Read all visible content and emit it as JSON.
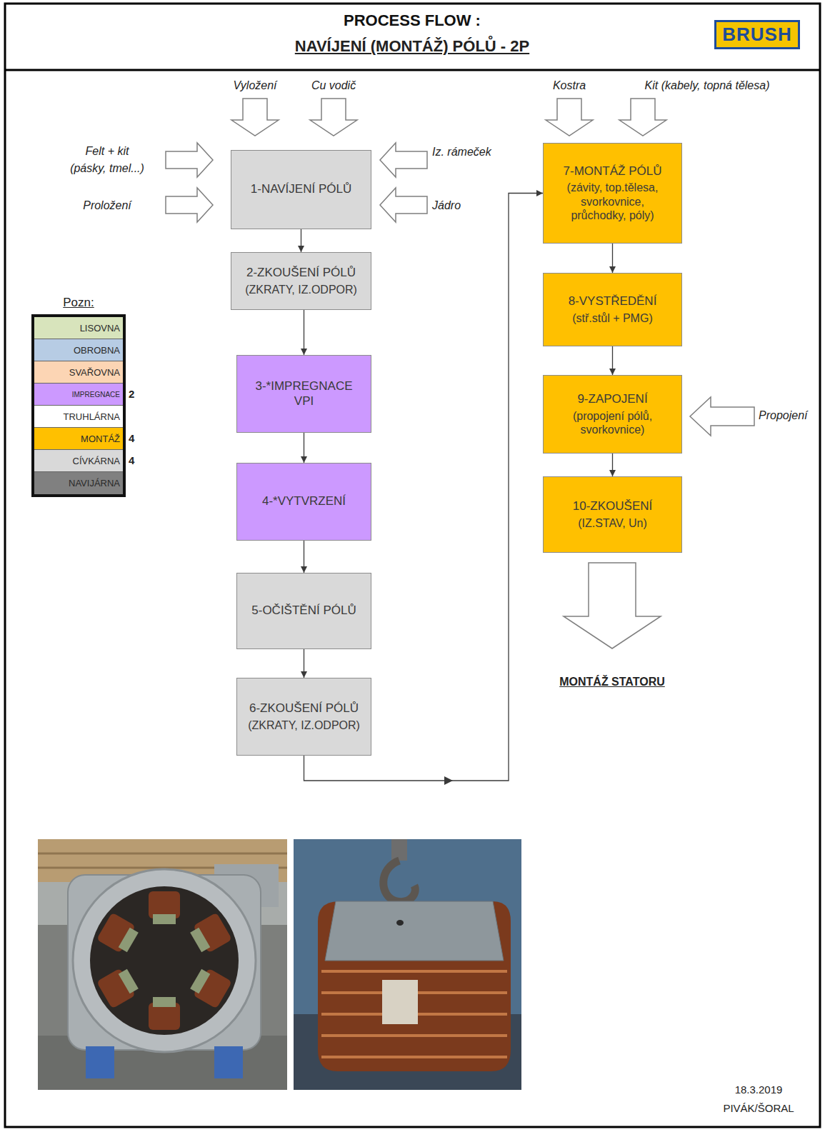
{
  "diagram": {
    "title": "PROCESS FLOW :",
    "nodes": [
      {
        "text": [
          "1-NAVÍJENÍ PÓLŮ"
        ]
      },
      {
        "text": [
          "2-ZKOUŠENÍ PÓLŮ",
          "(ZKRATY, IZ.ODPOR)"
        ]
      },
      {
        "text": [
          "3-*IMPREGNACE VPI"
        ]
      },
      {
        "text": [
          "4-*VYTVRZENÍ"
        ]
      },
      {
        "text": [
          "5-OČIŠTĚNÍ PÓLŮ"
        ]
      },
      {
        "text": [
          "6-ZKOUŠENÍ PÓLŮ",
          "(ZKRATY, IZ.ODPOR)"
        ]
      },
      {
        "text": [
          "7-MONTÁŽ PÓLŮ",
          "(závity, top.tělesa, svorkovnice, průchodky, póly)"
        ]
      },
      {
        "text": [
          "8-VYSTŘEDĚNÍ",
          "(stř.stůl + PMG)"
        ]
      },
      {
        "text": [
          "9-ZAPOJENÍ",
          "(propojení pólů, svorkovnice)"
        ]
      },
      {
        "text": [
          "10-ZKOUŠENÍ",
          "(IZ.STAV, Un)"
        ]
      }
    ],
    "edges": [
      {
        "from": 0,
        "to": 1,
        "arrow": "to"
      },
      {
        "from": 1,
        "to": 2,
        "arrow": "to"
      },
      {
        "from": 2,
        "to": 3,
        "arrow": "to"
      },
      {
        "from": 3,
        "to": 4,
        "arrow": "to"
      },
      {
        "from": 4,
        "to": 5,
        "arrow": "to"
      },
      {
        "from": 5,
        "to": 6,
        "arrow": "to"
      },
      {
        "from": 6,
        "to": 7,
        "arrow": "to"
      },
      {
        "from": 7,
        "to": 8,
        "arrow": "to"
      },
      {
        "from": 8,
        "to": 9,
        "arrow": "to"
      }
    ],
    "labels": [
      "NAVÍJENÍ (MONTÁŽ) PÓLŮ - 2P",
      "BRUSH",
      "Vyložení",
      "Cu vodič",
      "Kostra",
      "Kit (kabely, topná tělesa)",
      "Felt + kit (pásky, tmel...)",
      "Iz. rámeček",
      "Proložení",
      "Jádro",
      "Pozn:",
      "2",
      "4",
      "4",
      "Propojení",
      "MONTÁŽ STATORU",
      "18.3.2019",
      "PIVÁK/ŠORAL"
    ],
    "legend": [
      {
        "text": "LISOVNA",
        "color": "#d8e4bc"
      },
      {
        "text": "OBROBNA",
        "color": "#b7cce4"
      },
      {
        "text": "SVAŘOVNA",
        "color": "#fcd5b4"
      },
      {
        "text": "IMPREGNACE",
        "color": "#cc99ff"
      },
      {
        "text": "TRUHLÁRNA",
        "color": "#ffffff"
      },
      {
        "text": "MONTÁŽ",
        "color": "#ffc000"
      },
      {
        "text": "CÍVKÁRNA",
        "color": "#d9d9d9"
      },
      {
        "text": "NAVIJÁRNA",
        "color": "#808080"
      }
    ]
  }
}
